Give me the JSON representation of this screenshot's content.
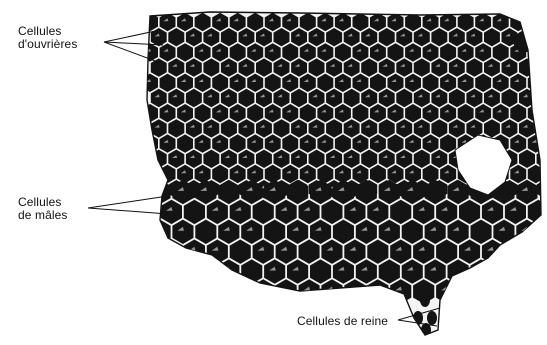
{
  "labels": {
    "worker_cells": {
      "line1": "Cellules",
      "line2": "d'ouvrières"
    },
    "drone_cells": {
      "line1": "Cellules",
      "line2": "de mâles"
    },
    "queen_cells": {
      "text": "Cellules de reine"
    }
  },
  "colors": {
    "ink": "#111111",
    "cell_fill": "#141414",
    "cell_wall": "#f4f4f4",
    "highlight": "#ffffff"
  }
}
